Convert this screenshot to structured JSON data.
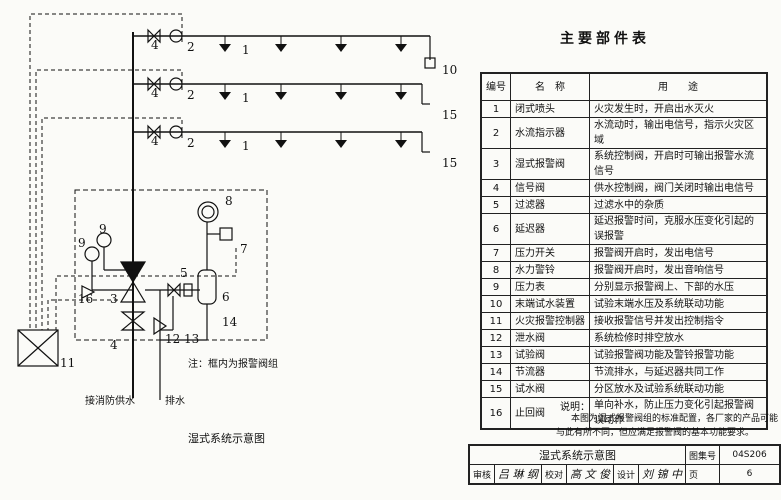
{
  "parts_table": {
    "title": "主要部件表",
    "headers": {
      "no": "编号",
      "name": "名　称",
      "use": "用　　途"
    },
    "rows": [
      {
        "no": "1",
        "name": "闭式喷头",
        "use": "火灾发生时，开启出水灭火"
      },
      {
        "no": "2",
        "name": "水流指示器",
        "use": "水流动时，输出电信号，指示火灾区域"
      },
      {
        "no": "3",
        "name": "湿式报警阀",
        "use": "系统控制阀，开启时可输出报警水流信号"
      },
      {
        "no": "4",
        "name": "信号阀",
        "use": "供水控制阀，阀门关闭时输出电信号"
      },
      {
        "no": "5",
        "name": "过滤器",
        "use": "过滤水中的杂质"
      },
      {
        "no": "6",
        "name": "延迟器",
        "use": "延迟报警时间，克服水压变化引起的误报警"
      },
      {
        "no": "7",
        "name": "压力开关",
        "use": "报警阀开启时，发出电信号"
      },
      {
        "no": "8",
        "name": "水力警铃",
        "use": "报警阀开启时，发出音响信号"
      },
      {
        "no": "9",
        "name": "压力表",
        "use": "分别显示报警阀上、下部的水压"
      },
      {
        "no": "10",
        "name": "末端试水装置",
        "use": "试验末端水压及系统联动功能"
      },
      {
        "no": "11",
        "name": "火灾报警控制器",
        "use": "接收报警信号并发出控制指令"
      },
      {
        "no": "12",
        "name": "泄水阀",
        "use": "系统检修时排空放水"
      },
      {
        "no": "13",
        "name": "试验阀",
        "use": "试验报警阀功能及警铃报警功能"
      },
      {
        "no": "14",
        "name": "节流器",
        "use": "节流排水，与延迟器共同工作"
      },
      {
        "no": "15",
        "name": "试水阀",
        "use": "分区放水及试验系统联动功能"
      },
      {
        "no": "16",
        "name": "止回阀",
        "use": "单向补水，防止压力变化引起报警阀误动作"
      }
    ]
  },
  "notes": {
    "title": "说明：",
    "line1": "本图为湿式报警阀组的标准配置，各厂家的产品可能",
    "line2": "与此有所不同，但应满足报警阀的基本功能要求。"
  },
  "diagram": {
    "title": "湿式系统示意图",
    "label_supply": "接消防供水",
    "label_drain": "排水",
    "label_frame": "注：框内为报警阀组",
    "callouts": [
      "1",
      "1",
      "1",
      "2",
      "2",
      "2",
      "3",
      "4",
      "4",
      "4",
      "4",
      "5",
      "6",
      "7",
      "8",
      "9",
      "9",
      "10",
      "11",
      "12",
      "13",
      "14",
      "15",
      "15",
      "16"
    ]
  },
  "title_block": {
    "drawing_title": "湿式系统示意图",
    "atlas_label": "图集号",
    "atlas_no": "04S206",
    "review_label": "审核",
    "review_sig": "吕 琳 纲",
    "check_label": "校对",
    "check_sig": "高 文 俊",
    "design_label": "设计",
    "design_sig": "刘 锦 中",
    "page_label": "页",
    "page_no": "6"
  }
}
